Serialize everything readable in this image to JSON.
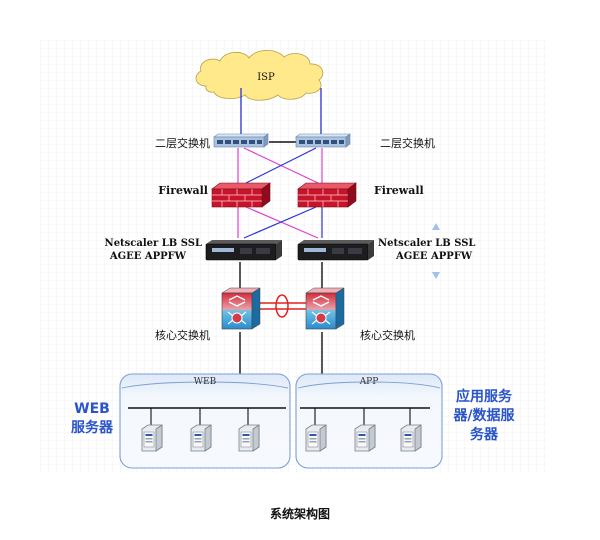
{
  "diagram": {
    "isp": "ISP",
    "l2_switch_left": "二层交换机",
    "l2_switch_right": "二层交换机",
    "firewall_left": "Firewall",
    "firewall_right": "Firewall",
    "netscaler_left_line1": "Netscaler LB   SSL",
    "netscaler_left_line2": "AGEE APPFW",
    "netscaler_right_line1": "Netscaler LB   SSL",
    "netscaler_right_line2": "AGEE APPFW",
    "core_switch_left": "核心交换机",
    "core_switch_right": "核心交换机",
    "web_zone": "WEB",
    "app_zone": "APP",
    "web_servers_line1": "WEB",
    "web_servers_line2": "服务器",
    "app_servers_line1": "应用服务",
    "app_servers_line2": "器/数据服",
    "app_servers_line3": "务器",
    "caption": "系统架构图"
  },
  "colors": {
    "isp_cloud": "#ffe98a",
    "link_blue": "#2b34d6",
    "link_magenta": "#e040d0",
    "link_red": "#e02020",
    "firewall_red": "#c8142a",
    "switch_panel": "#a9c3e0",
    "zone_fill": "#eef3fb",
    "zone_border": "#7c9fd6",
    "label_blue": "#2a54c8"
  }
}
